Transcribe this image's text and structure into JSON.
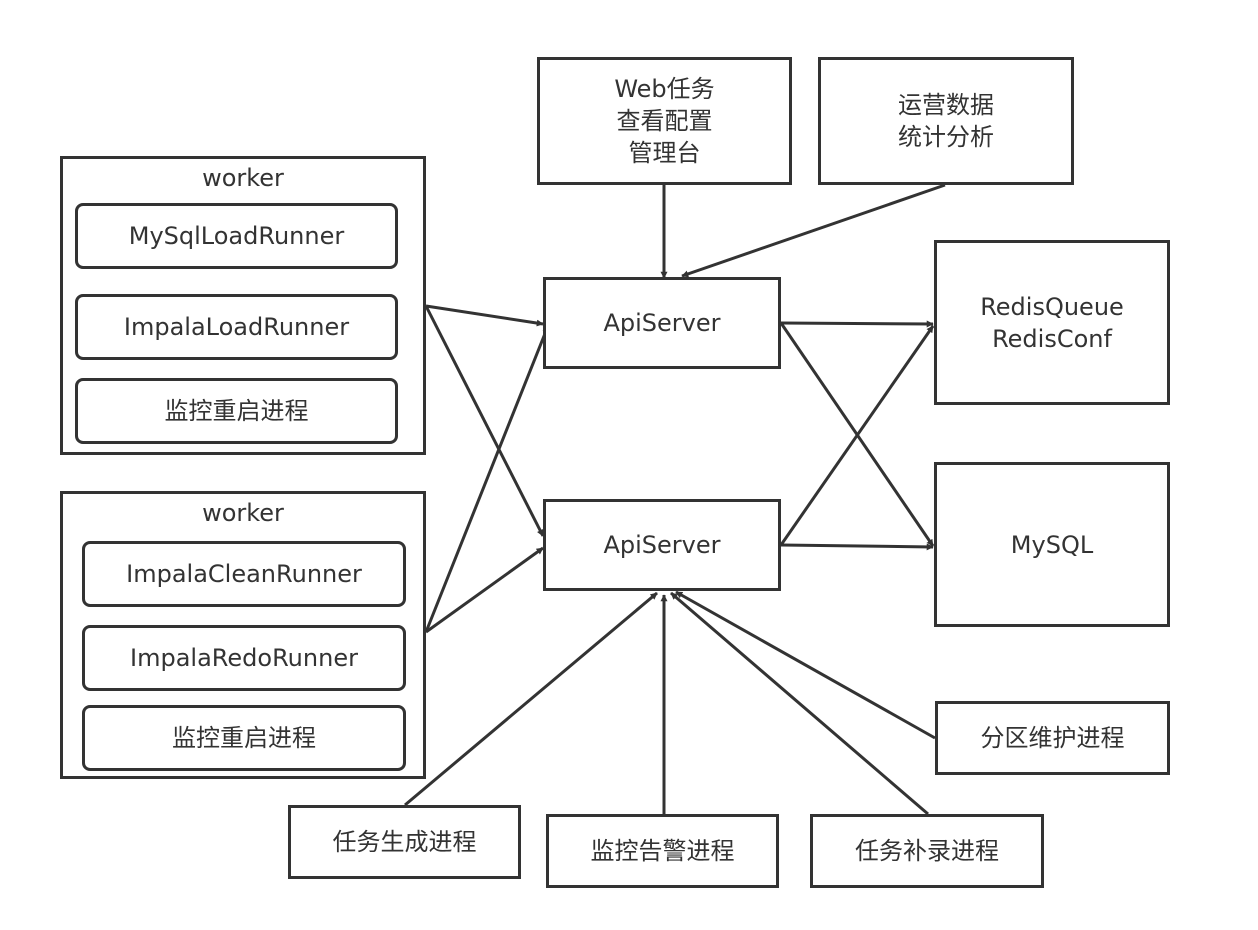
{
  "web_console": {
    "label": "Web任务\n查看配置\n管理台"
  },
  "ops_stats": {
    "label": "运营数据\n统计分析"
  },
  "api_server_top": {
    "label": "ApiServer"
  },
  "api_server_bottom": {
    "label": "ApiServer"
  },
  "redis": {
    "label": "RedisQueue\nRedisConf"
  },
  "mysql": {
    "label": "MySQL"
  },
  "worker_top": {
    "title": "worker",
    "runners": [
      "MySqlLoadRunner",
      "ImpalaLoadRunner",
      "监控重启进程"
    ]
  },
  "worker_bottom": {
    "title": "worker",
    "runners": [
      "ImpalaCleanRunner",
      "ImpalaRedoRunner",
      "监控重启进程"
    ]
  },
  "partition_maint": {
    "label": "分区维护进程"
  },
  "task_gen": {
    "label": "任务生成进程"
  },
  "monitor_alert": {
    "label": "监控告警进程"
  },
  "task_backfill": {
    "label": "任务补录进程"
  },
  "colors": {
    "stroke": "#333333",
    "background": "#ffffff"
  }
}
